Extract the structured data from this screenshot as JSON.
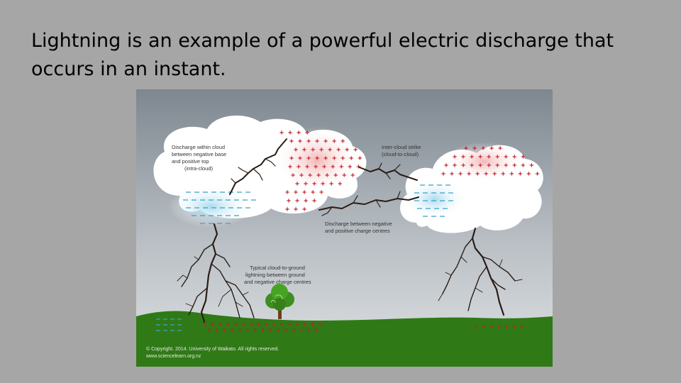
{
  "slide": {
    "title": "Lightning is an example of a powerful electric discharge that occurs in an instant."
  },
  "figure": {
    "labels": {
      "intra_cloud": [
        "Discharge within cloud",
        "between negative base",
        "and positive top",
        "(intra-cloud)"
      ],
      "inter_cloud": [
        "Inter-cloud strike",
        "(cloud-to-cloud)"
      ],
      "charge_centres": [
        "Discharge between negative",
        "and positive charge centres"
      ],
      "cloud_to_ground": [
        "Typical cloud-to-ground",
        "lightning between ground",
        "and negative charge centres"
      ]
    },
    "copyright": [
      "© Copyright. 2014. University of Waikato. All rights reserved.",
      "www.sciencelearn.org.nz"
    ],
    "colors": {
      "sky_top": "#7e8790",
      "sky_bottom": "#d9dde0",
      "ground": "#2f7a16",
      "positive": "#c0202a",
      "negative": "#3aa0c8",
      "bolt": "#2a1d16"
    }
  }
}
